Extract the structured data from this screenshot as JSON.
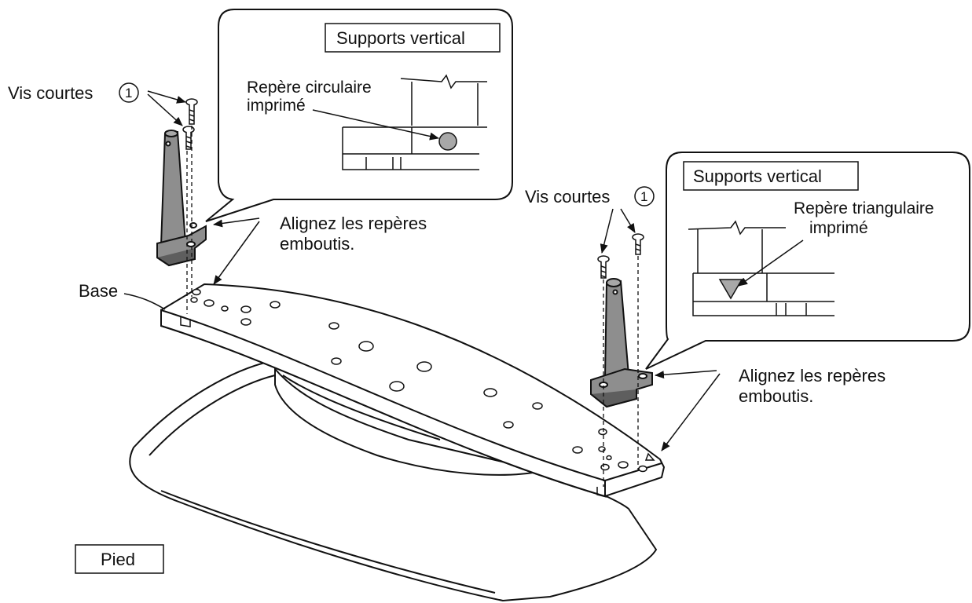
{
  "labels": {
    "left_callout_title": "Supports vertical",
    "left_callout_note_line1": "Repère circulaire",
    "left_callout_note_line2": "imprimé",
    "right_callout_title": "Supports vertical",
    "right_callout_note_line1": "Repère triangulaire",
    "right_callout_note_line2": "imprimé",
    "left_screws": "Vis courtes",
    "right_screws": "Vis courtes",
    "screw_item_number": "1",
    "left_align_line1": "Alignez les repères",
    "left_align_line2": "emboutis.",
    "right_align_line1": "Alignez les repères",
    "right_align_line2": "emboutis.",
    "base": "Base",
    "pied": "Pied"
  },
  "colors": {
    "line": "#111111",
    "post_fill": "#8e8e8e",
    "post_dark": "#5e5e5e",
    "mark_fill": "#a8a8a8",
    "background": "#ffffff"
  }
}
